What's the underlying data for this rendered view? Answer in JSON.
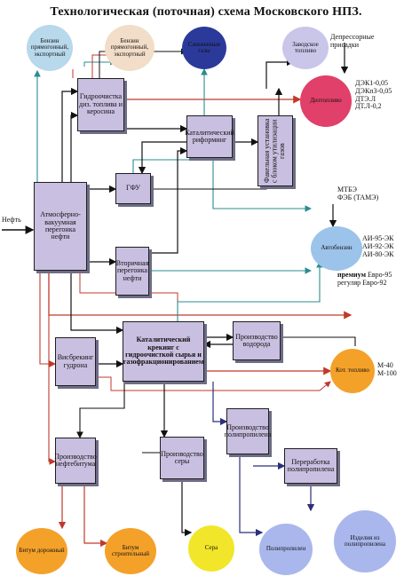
{
  "title": "Технологическая (поточная) схема Московского НПЗ.",
  "input": "Нефть",
  "boxes": {
    "avt": "Атмосферно-вакуумная перегонка нефти",
    "hydro": "Гидроочистка диз. топлива и керосина",
    "reform": "Каталитический риформинг",
    "flare": "Факельная установка с блоком утилизации газов",
    "gfu": "ГФУ",
    "secondary": "Вторичная перегонка нефти",
    "hydrogen": "Производство водорода",
    "visbreak": "Висбрекинг гудрона",
    "catcrack": "Каталитический крекинг с гидроочисткой сырья и газофракционированием",
    "bitumen": "Производство нефтебитума",
    "sulfur": "Производство серы",
    "pp": "Производство полипропилена",
    "pp_proc": "Переработка полипропилена"
  },
  "products": {
    "benzin1": "Бензин прямогонный, экспортный",
    "benzin2": "Бензин прямогонный, экспортный",
    "gases": "Сжиженные газы",
    "plant_fuel": "Заводское топливо",
    "diesel": "Дизтопливо",
    "autobenzin": "Автобензин",
    "kotfuel": "Кот. топливо",
    "road_bitumen": "Битум дорожный",
    "build_bitumen": "Битум строительный",
    "sulfur_prod": "Сера",
    "polypropylene": "Полипропилен",
    "pp_products": "Изделия из полипропилена"
  },
  "labels": {
    "depressor": [
      "Депрессорные",
      "присадки"
    ],
    "diesel_grades": [
      "ДЭК1-0,05",
      "ДЭКп3-0,05",
      "ДТЭ.Л",
      "ДТ.Л-0,2"
    ],
    "additives": [
      "МТБЭ",
      "ФЭБ (ТАМЭ)"
    ],
    "gasoline_grades": [
      "АИ-95-ЭК",
      "АИ-92-ЭК",
      "АИ-80-ЭК"
    ],
    "premium": "премиум",
    "euro95": "Евро-95",
    "regular": "регуляр",
    "euro92": "Евро-92",
    "fuel_grades": [
      "М-40",
      "М-100"
    ]
  },
  "colors": {
    "box_fill": "#c9bfe0",
    "flow_black": "#111111",
    "flow_red": "#c0392b",
    "flow_teal": "#2a8d8f",
    "flow_navy": "#2b2f7a",
    "benzin": "#b8d8ec",
    "benzin_export": "#f2ddc8",
    "gases": "#2b3a9a",
    "plant_fuel": "#c9c6ea",
    "diesel": "#e0406a",
    "autobenzin": "#9cc3ea",
    "kotfuel": "#f4a12a",
    "bitumen": "#f4a12a",
    "sulfur": "#f2e62a",
    "pp": "#a9b7ec"
  }
}
